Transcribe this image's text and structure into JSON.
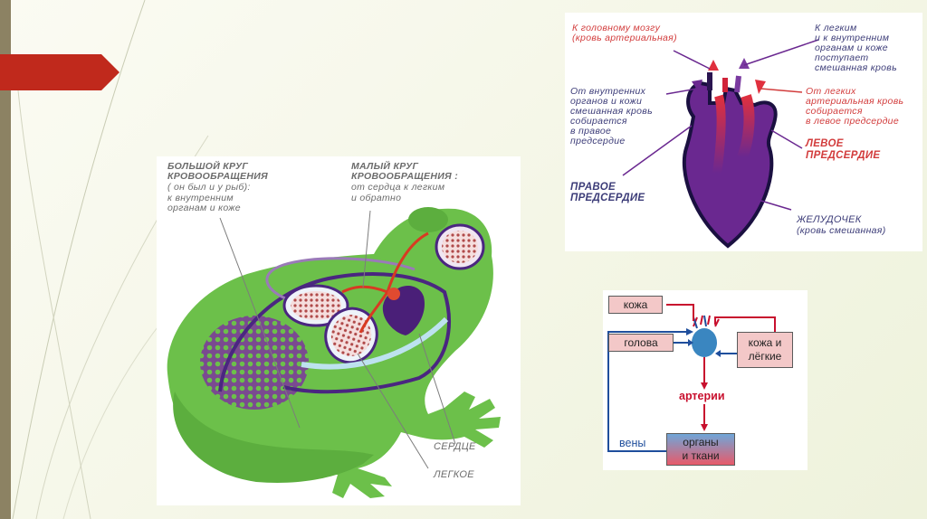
{
  "frog_diagram": {
    "big_circle": {
      "title_line1": "БОЛЬШОЙ КРУГ",
      "title_line2": "КРОВООБРАЩЕНИЯ",
      "desc_line1": "( он был и у рыб):",
      "desc_line2": "к внутренним",
      "desc_line3": "органам и коже"
    },
    "small_circle": {
      "title_line1": "МАЛЫЙ КРУГ",
      "title_line2": "КРОВООБРАЩЕНИЯ :",
      "desc_line1": "от сердца к легким",
      "desc_line2": "и обратно"
    },
    "heart_label": "СЕРДЦЕ",
    "lung_label": "ЛЕГКОЕ"
  },
  "heart_diagram": {
    "brain_line1": "К головному мозгу",
    "brain_line2": "(кровь артериальная)",
    "lungs_line1": "К легким",
    "lungs_line2": "и к внутренним",
    "lungs_line3": "органам и коже",
    "lungs_line4": "поступает",
    "lungs_line5": "смешанная кровь",
    "internal_line1": "От внутренних",
    "internal_line2": "органов и кожи",
    "internal_line3": "смешанная кровь",
    "internal_line4": "собирается",
    "internal_line5": "в правое",
    "internal_line6": "предсердие",
    "from_lungs_line1": "От легких",
    "from_lungs_line2": "артериальная кровь",
    "from_lungs_line3": "собирается",
    "from_lungs_line4": "в левое предсердие",
    "left_atrium_line1": "ЛЕВОЕ",
    "left_atrium_line2": "ПРЕДСЕРДИЕ",
    "right_atrium_line1": "ПРАВОЕ",
    "right_atrium_line2": "ПРЕДСЕРДИЕ",
    "ventricle_line1": "ЖЕЛУДОЧЕК",
    "ventricle_line2": "(кровь смешанная)"
  },
  "scheme": {
    "skin": "кожа",
    "head": "голова",
    "skin_lungs_line1": "кожа и",
    "skin_lungs_line2": "лёгкие",
    "arteries": "артерии",
    "veins": "вены",
    "organs_line1": "органы",
    "organs_line2": "и ткани"
  },
  "colors": {
    "accent_tab": "#c0291c",
    "frog_green": "#6cc04a",
    "vessel_purple": "#4a2680",
    "artery_red": "#d83a22",
    "scheme_red": "#c8102e",
    "scheme_blue": "#1f4e9c"
  }
}
